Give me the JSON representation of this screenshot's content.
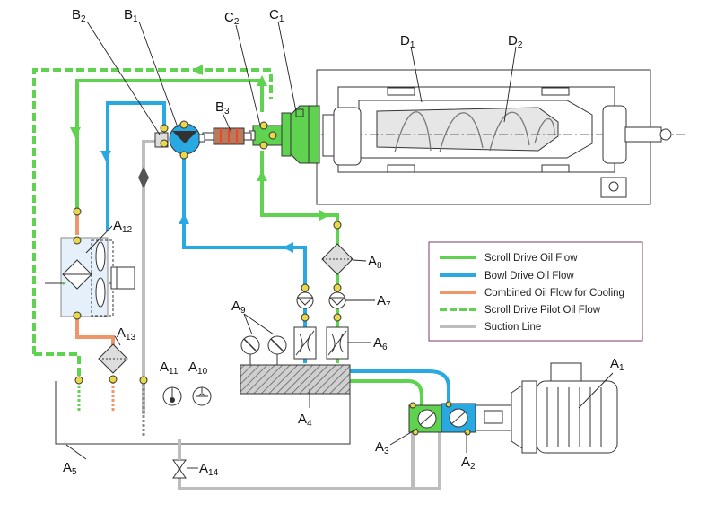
{
  "colors": {
    "scroll": "#5fd34f",
    "bowl": "#29a9e1",
    "combined": "#f0956a",
    "pilot": "#5fd34f",
    "suction": "#bdbdbd",
    "legend_border": "#7a3d6a",
    "port": "#e8d84a"
  },
  "labels": {
    "A1": {
      "main": "A",
      "sub": "1"
    },
    "A2": {
      "main": "A",
      "sub": "2"
    },
    "A3": {
      "main": "A",
      "sub": "3"
    },
    "A4": {
      "main": "A",
      "sub": "4"
    },
    "A5": {
      "main": "A",
      "sub": "5"
    },
    "A6": {
      "main": "A",
      "sub": "6"
    },
    "A7": {
      "main": "A",
      "sub": "7"
    },
    "A8": {
      "main": "A",
      "sub": "8"
    },
    "A9": {
      "main": "A",
      "sub": "9"
    },
    "A10": {
      "main": "A",
      "sub": "10"
    },
    "A11": {
      "main": "A",
      "sub": "11"
    },
    "A12": {
      "main": "A",
      "sub": "12"
    },
    "A13": {
      "main": "A",
      "sub": "13"
    },
    "A14": {
      "main": "A",
      "sub": "14"
    },
    "B1": {
      "main": "B",
      "sub": "1"
    },
    "B2": {
      "main": "B",
      "sub": "2"
    },
    "B3": {
      "main": "B",
      "sub": "3"
    },
    "C1": {
      "main": "C",
      "sub": "1"
    },
    "C2": {
      "main": "C",
      "sub": "2"
    },
    "D1": {
      "main": "D",
      "sub": "1"
    },
    "D2": {
      "main": "D",
      "sub": "2"
    }
  },
  "legend": {
    "items": [
      {
        "label": "Scroll Drive Oil Flow",
        "style": "scroll"
      },
      {
        "label": "Bowl Drive Oil Flow",
        "style": "bowl"
      },
      {
        "label": "Combined Oil Flow for Cooling",
        "style": "combined"
      },
      {
        "label": "Scroll Drive Pilot Oil Flow",
        "style": "pilot"
      },
      {
        "label": "Suction Line",
        "style": "suction"
      }
    ]
  }
}
